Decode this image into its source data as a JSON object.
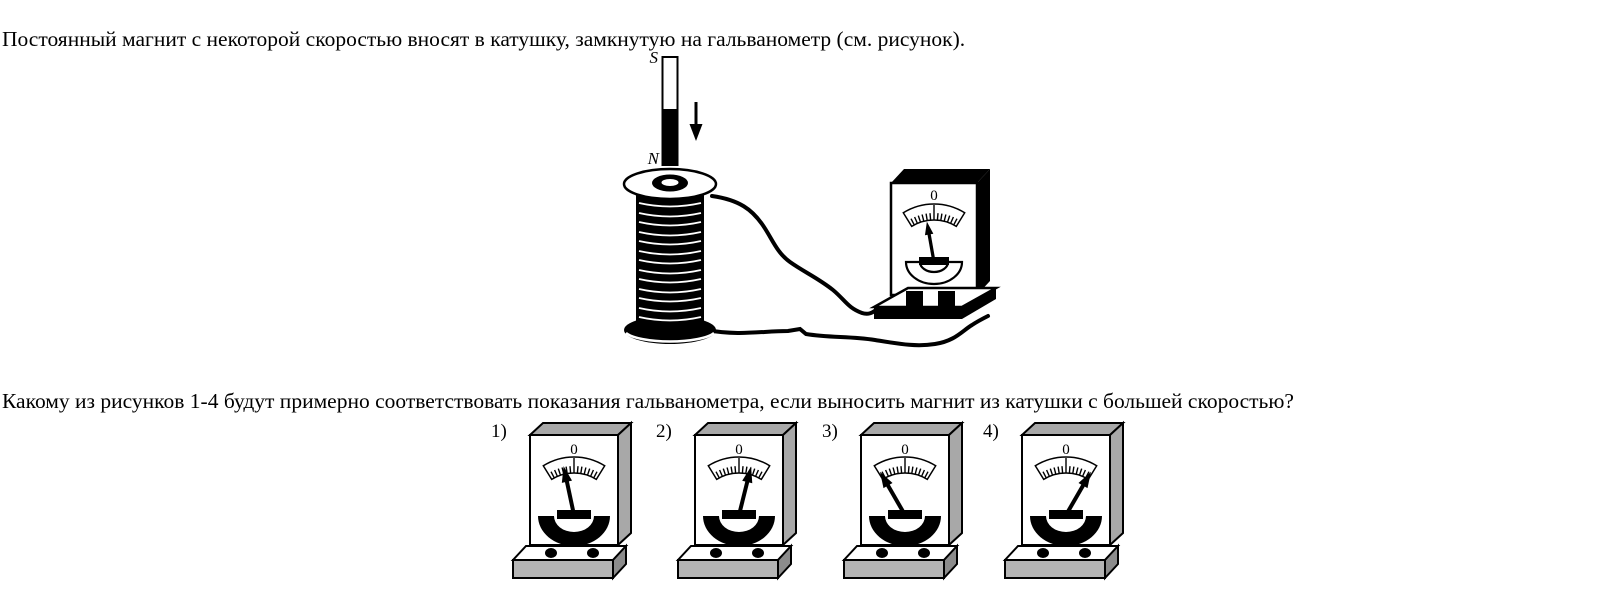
{
  "question": {
    "intro": "Постоянный магнит с некоторой скоростью вносят в катушку, замкнутую на гальванометр (см. рисунок).",
    "prompt": "Какому из рисунков 1-4 будут примерно соответствовать показания гальванометра, если выносить магнит из катушки с большей скоростью?"
  },
  "figure": {
    "magnet": {
      "top_pole": "S",
      "bottom_pole": "N"
    },
    "galvanometer": {
      "scale_zero": "0",
      "needle_angle_deg": -10
    }
  },
  "options": {
    "items": [
      {
        "label": "1)",
        "scale_zero": "0",
        "needle_angle_deg": -12
      },
      {
        "label": "2)",
        "scale_zero": "0",
        "needle_angle_deg": 14
      },
      {
        "label": "3)",
        "scale_zero": "0",
        "needle_angle_deg": -30
      },
      {
        "label": "4)",
        "scale_zero": "0",
        "needle_angle_deg": 30
      }
    ]
  },
  "colors": {
    "ink": "#000000",
    "panel_gray": "#a8a8a8",
    "base_gray": "#b4b4b4",
    "base_side_gray": "#8c8c8c",
    "background": "#ffffff"
  }
}
